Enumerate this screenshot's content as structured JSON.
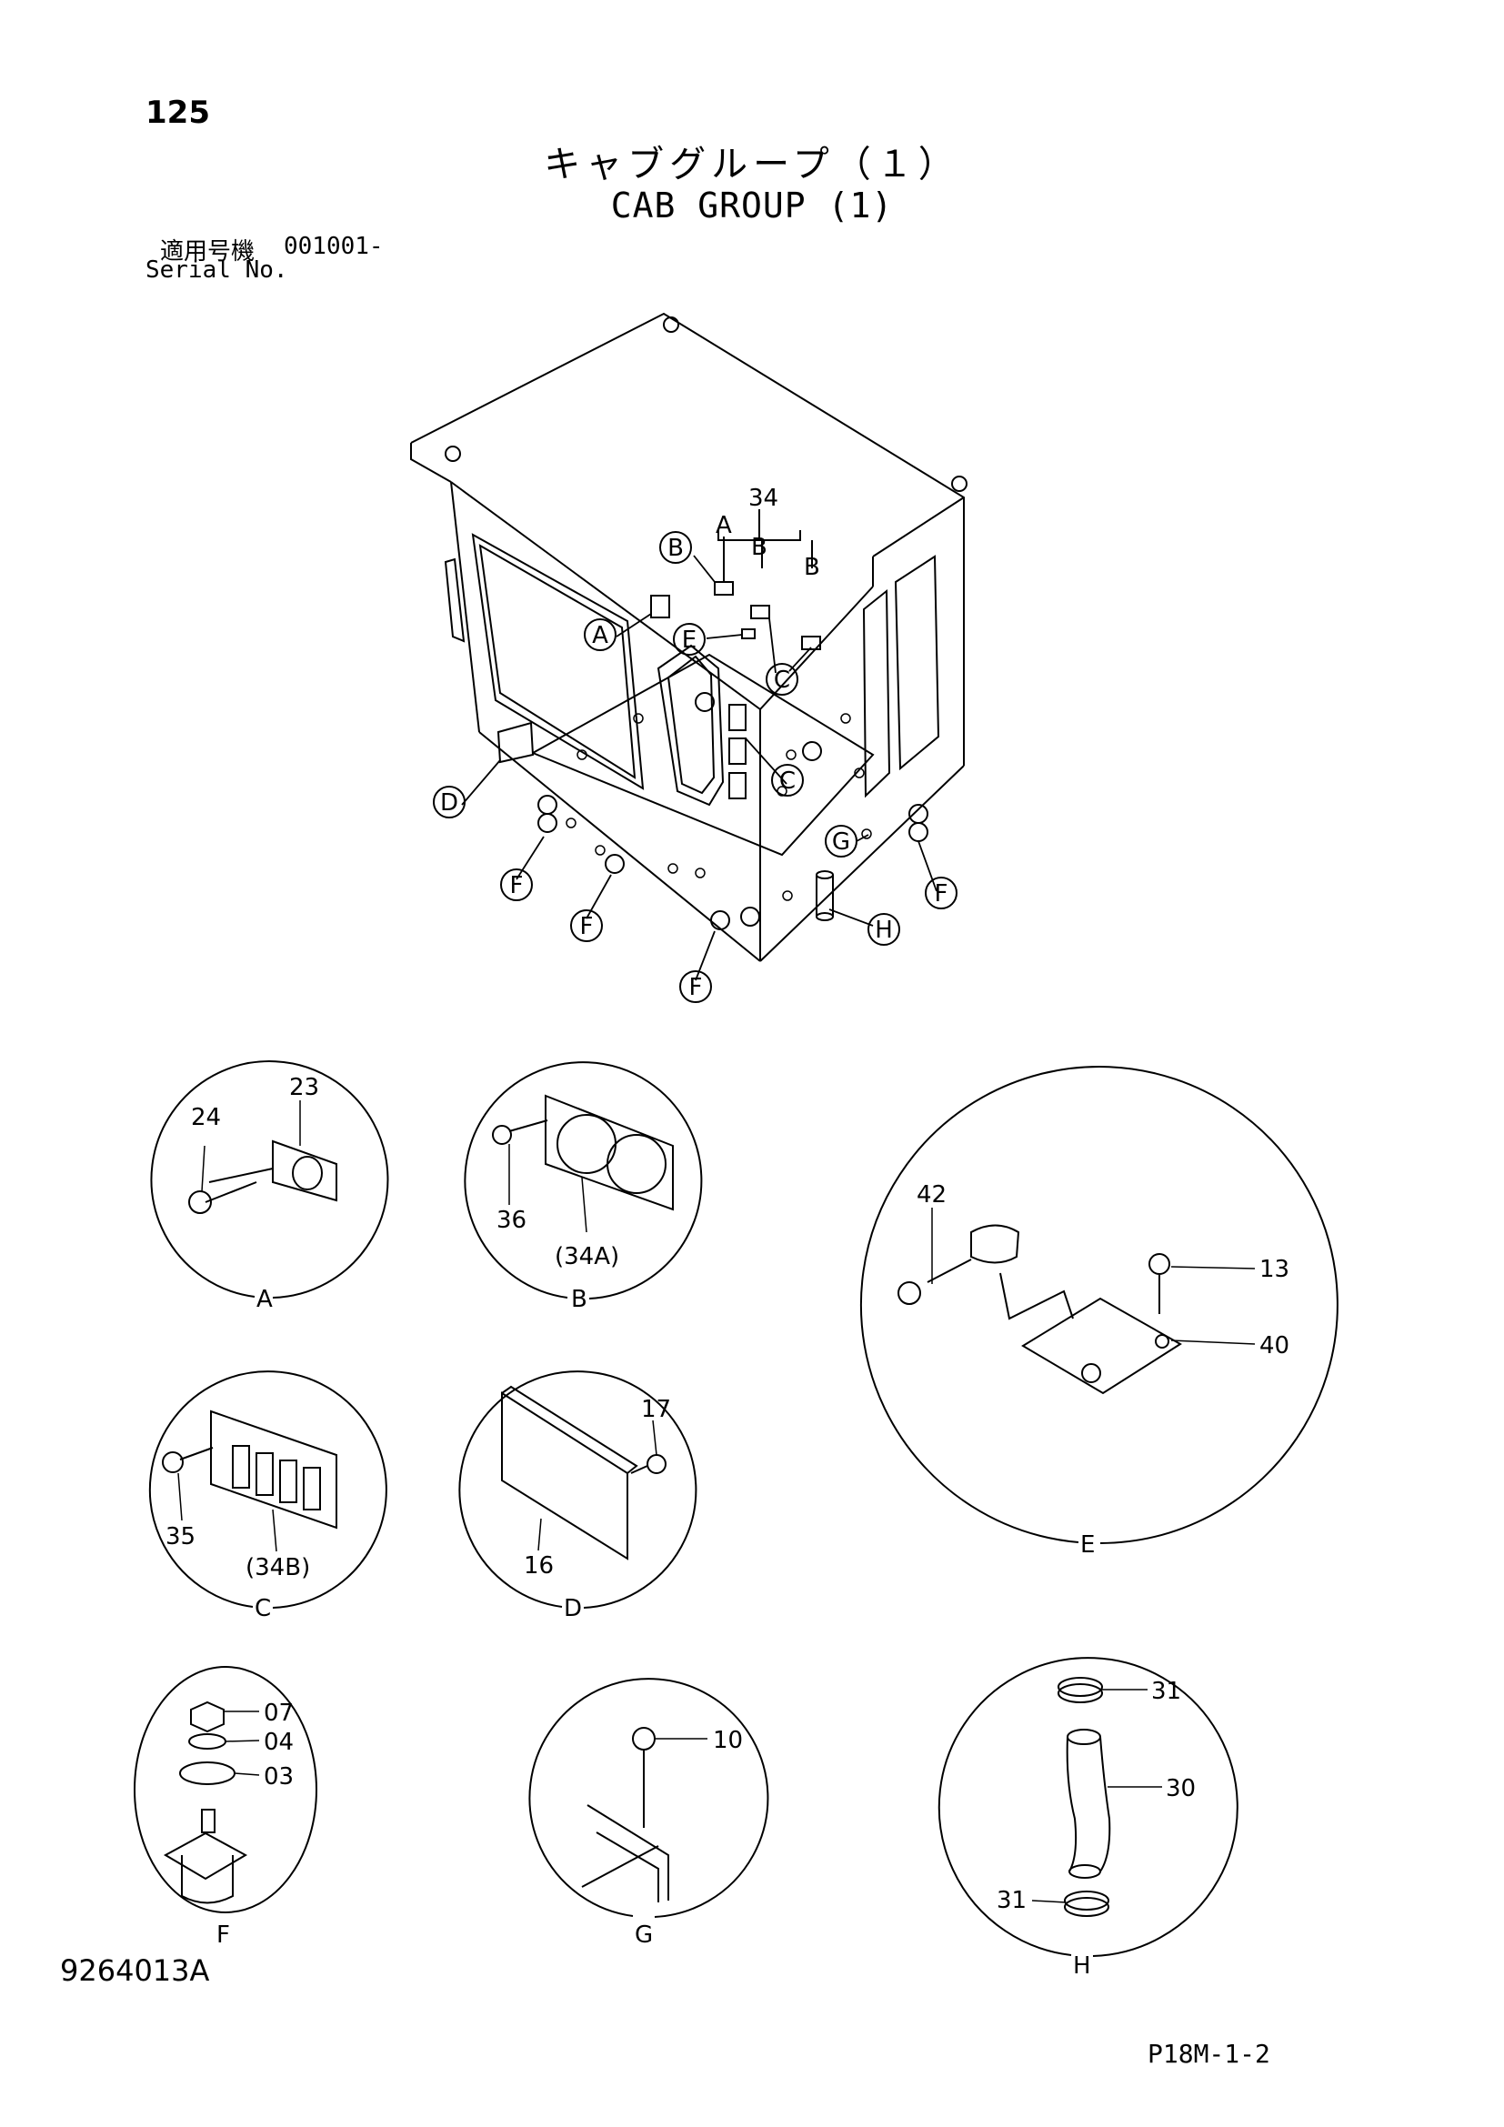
{
  "header": {
    "page_number": "125",
    "title_jp": "キャブグループ（１）",
    "title_en": "CAB GROUP (1)",
    "serial_label_jp": "適用号機",
    "serial_value": "001001-",
    "serial_label_en": "Serial No."
  },
  "footer": {
    "document_number": "9264013A",
    "page_code": "P18M-1-2"
  },
  "overview_callouts": [
    {
      "label": "34"
    },
    {
      "label": "A"
    },
    {
      "label": "B"
    },
    {
      "label": "B"
    },
    {
      "label": "B"
    },
    {
      "label": "A"
    },
    {
      "label": "E"
    },
    {
      "label": "C"
    },
    {
      "label": "D"
    },
    {
      "label": "C"
    },
    {
      "label": "G"
    },
    {
      "label": "F"
    },
    {
      "label": "F"
    },
    {
      "label": "F"
    },
    {
      "label": "F"
    },
    {
      "label": "H"
    }
  ],
  "details": [
    {
      "view": "A",
      "parts": [
        "23",
        "24"
      ]
    },
    {
      "view": "B",
      "parts": [
        "36",
        "(34A)"
      ]
    },
    {
      "view": "C",
      "parts": [
        "35",
        "(34B)"
      ]
    },
    {
      "view": "D",
      "parts": [
        "17",
        "16"
      ]
    },
    {
      "view": "E",
      "parts": [
        "42",
        "13",
        "40"
      ]
    },
    {
      "view": "F",
      "parts": [
        "07",
        "04",
        "03"
      ]
    },
    {
      "view": "G",
      "parts": [
        "10"
      ]
    },
    {
      "view": "H",
      "parts": [
        "31",
        "30",
        "31"
      ]
    }
  ]
}
